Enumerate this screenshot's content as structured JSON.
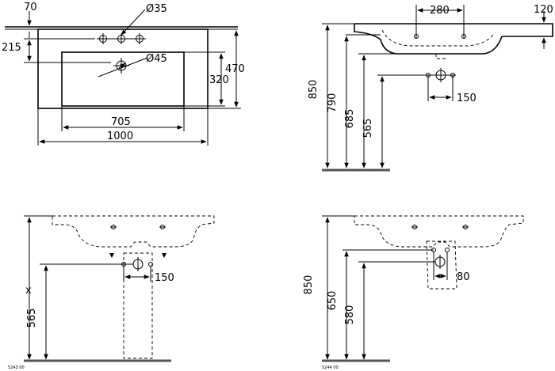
{
  "top_view": {
    "dim_rim": "70",
    "dim_tap_hole": "Ø35",
    "dim_tap_offset": "215",
    "dim_drain_hole": "Ø45",
    "dim_bowl_depth": "320",
    "dim_total_depth": "470",
    "dim_bowl_width": "705",
    "dim_total_width": "1000"
  },
  "side_view": {
    "dim_tap_spacing": "280",
    "dim_rim_height": "120",
    "dim_height_850": "850",
    "dim_height_790": "790",
    "dim_height_685": "685",
    "dim_height_565": "565",
    "dim_waste_spacing": "150"
  },
  "front_view_pedestal": {
    "dim_x": "x",
    "dim_height_565": "565",
    "dim_waste_spacing": "150",
    "product_code": "5243 00"
  },
  "front_view_semi_pedestal": {
    "dim_height_850": "850",
    "dim_height_650": "650",
    "dim_height_580": "580",
    "dim_waste_spacing": "80",
    "product_code": "5244 00"
  }
}
